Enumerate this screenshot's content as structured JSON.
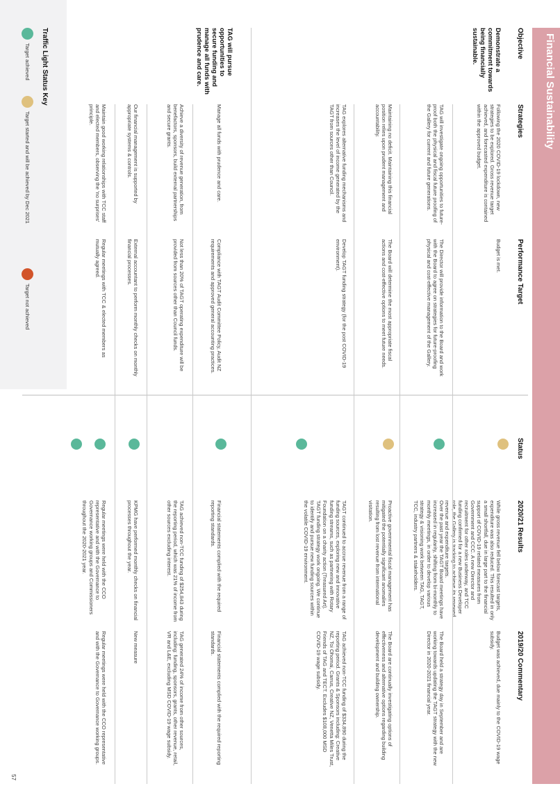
{
  "page": {
    "title": "Financial Sustainability",
    "page_number": "57",
    "headers": {
      "objective": "Objective",
      "strategies": "Strategies",
      "target": "Performance Target",
      "status": "Status",
      "results": "2020/21 Results",
      "commentary": "2019/20 Commentary"
    },
    "colors": {
      "banner": "#dca1a8",
      "achieved": "#5ab89a",
      "started": "#dfc17e",
      "not_achieved": "#d2542a"
    }
  },
  "objectives": [
    {
      "label": "Demonstrate a commitment towards being financially sustainable."
    },
    {
      "label": "TAG will pursue opportunities to secure funding and manage all funds with prudence and care."
    }
  ],
  "rows": [
    {
      "strategy": "Following the 2020 COVID-19 lockdown, new strategies to be explored. Gross revenue target achieved, and forecasted expenditure is contained within the approved budget.",
      "target": "Budget is met.",
      "status": "started",
      "result": "While gross revenue fell below forecast targets, expenditure was also reduced. This resulted in only a small shortfall, due in large part to the financial support of COVID-19 related measures from Government and CCC. A new Director and recruitment for other roles underway, and TCC funding confirmed for a new Business Developer role, the Gallery is tracking to achieve its renewed revenue and expenditure targets.",
      "commentary": "Budget was achieved, due mainly to the COVID-19 wage subsidy."
    },
    {
      "strategy": "TAG will investigate ongoing opportunities to future-proof both the physical and fiscal future proofing of the Gallery for current and future generations.",
      "target": "The Director will provide information to the Board and work with the Board to agree on strategies for future-proofing physical and cost-effective management of the Gallery.",
      "status": "achieved",
      "result": "Over the past year the TAGT Board meetings have increased in regularity, shifting from bi-monthly to monthly meetings, in order to develop various strategy & visioning work between TAG, TAGT, TCC, industry partners & stakeholders.",
      "commentary": "The Board held a strategy day in September and are working towards updating the TAGT strategy with the new Director in 2020-2021 financial year."
    },
    {
      "strategy": "Maintaining no deficit. Maintaining this financial position relies upon prudent management and accountability.",
      "target": "The Board will determine the most appropriate fiscal actions and cost-effective options to meet future needs.",
      "status": "started",
      "result": "Proactive governmental fiscal management has mitigated the potentially significant anomalies resulting from lost revenue from international visitation.",
      "commentary": "The Board are continually investigating options of effectiveness and alternative options regarding building development and building ownership."
    },
    {
      "strategy": "TAG explores alternative funding mechanisms and increases the level of income generated by the TAGT from sources other than Council.",
      "target": "Develop TAGT funding strategy (for the post COVID-19 environment).",
      "status": "achieved",
      "result": "TAGT continued to accrue revenue from a range of funding sources, exploring new and innovative funding streams, such as partnering with Rotary Foundation on a charity action (Treasured Art). TAGT funding strategy work ongoing. We continue to identify and pursue new funding sources within the volatile COVID-19 environment.",
      "commentary": "TAG achieved non-TCC funding of $334,890 during the reporting period. Grants & Sponsors including: Creative NZ, Toi Ohomai, Carrus, Creative NZ, Venetta Miles Trust, Friends of TAG and TECT. Excludes $108,000 MSD COVID-19 wage subsidy."
    },
    {
      "strategy": "Manage all funds with prudence and care.",
      "target": "Compliance with TAGT Audit Committee Policy, Audit NZ requirements and approved general accounting practices.",
      "status": "achieved",
      "result": "Financial statements complied with the required reporting standards.",
      "commentary": "Financial statements complied with the required reporting standards."
    },
    {
      "strategy": "Achieve a diversity of revenue generation, from benefactors, sponsors, build external partnerships and secure grants.",
      "target": "Not less than 20% of TAGT operating expenditure will be provided from sources other than Council funds.",
      "status": "achieved",
      "result": "TAG achieved non-TCC funding of $254,843 during the reporting period, which was 21% of income from other sources excluding interest.",
      "commentary": "TAG generated 24% of income from other sources, including: funding, sponsors, grants, other revenue, retail, VR and L&E, excluding MSD COVID-19 wage subsidy."
    },
    {
      "strategy": "Our financial management is supported by appropriate systems & controls.",
      "target": "External accountant to perform monthly checks on monthly financial processes.",
      "status": "achieved",
      "result": "KPMG have performed monthly checks on financial processes throughout the year.",
      "commentary": "New measure"
    },
    {
      "strategy": "Maintain good working relationships with TCC staff and elected members, observing the 'no surprises' principle.",
      "target": "Regular meetings with TCC & elected members as mutually agreed.",
      "status": "achieved",
      "result": "Regular meetings were held with the CCO representative and with the Governance to Governance working groups and Commissioners throughout the 2020-2021 year.",
      "commentary": "Regular meetings were held with the CCO representative and with the Governance to Governance working groups."
    }
  ],
  "key": {
    "title": "Traffic Light Status Key",
    "achieved": "Target achieved",
    "started": "Target started and will be achieved by Dec 2021",
    "not_achieved": "Target not achieved"
  }
}
